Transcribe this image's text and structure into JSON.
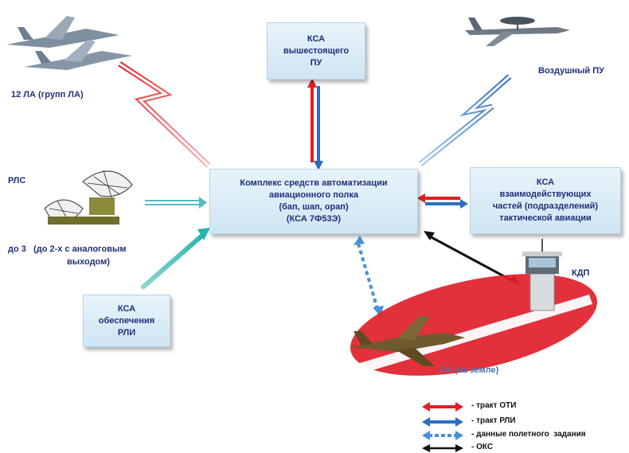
{
  "boxes": {
    "top": {
      "lines": [
        "КСА",
        "вышестоящего",
        "ПУ"
      ]
    },
    "center": {
      "lines": [
        "Комплекс средств автоматизации",
        "авиационного полка",
        "(бап, шап, орап)",
        "(КСА 7Ф53Э)"
      ]
    },
    "right": {
      "lines": [
        "КСА",
        "взаимодействующих",
        "частей (подразделений)",
        "тактической авиации"
      ]
    },
    "left_bottom": {
      "lines": [
        "КСА",
        "обеспечения",
        "РЛИ"
      ]
    }
  },
  "labels": {
    "aircraft_group": "12 ЛА (групп ЛА)",
    "air_cp": "Воздушный ПУ",
    "radar": "РЛС",
    "radar_count_1": "до 3   (до 2-х с аналоговым",
    "radar_count_2": "выходом)",
    "kdp": "КДП",
    "aircraft_ground": "ЛА (на земле)"
  },
  "legend": [
    {
      "text": "- тракт ОТИ",
      "color": "#e31e24",
      "style": "solid"
    },
    {
      "text": "- тракт РЛИ",
      "color": "#2a6fc0",
      "style": "solid"
    },
    {
      "text": "- данные полетного  задания",
      "color": "#4a90d9",
      "style": "dashed"
    },
    {
      "text": "- ОКС",
      "color": "#111111",
      "style": "solid"
    }
  ],
  "colors": {
    "oti": "#e31e24",
    "rli": "#2a6fc0",
    "flight": "#4a90d9",
    "oks": "#111111",
    "box_text": "#1f2f7a",
    "ellipse": "#e0202a"
  },
  "icons": [
    "fighter-jets-icon",
    "awacs-plane-icon",
    "radar-antenna-icon",
    "control-tower-icon",
    "ground-fighter-icon"
  ]
}
